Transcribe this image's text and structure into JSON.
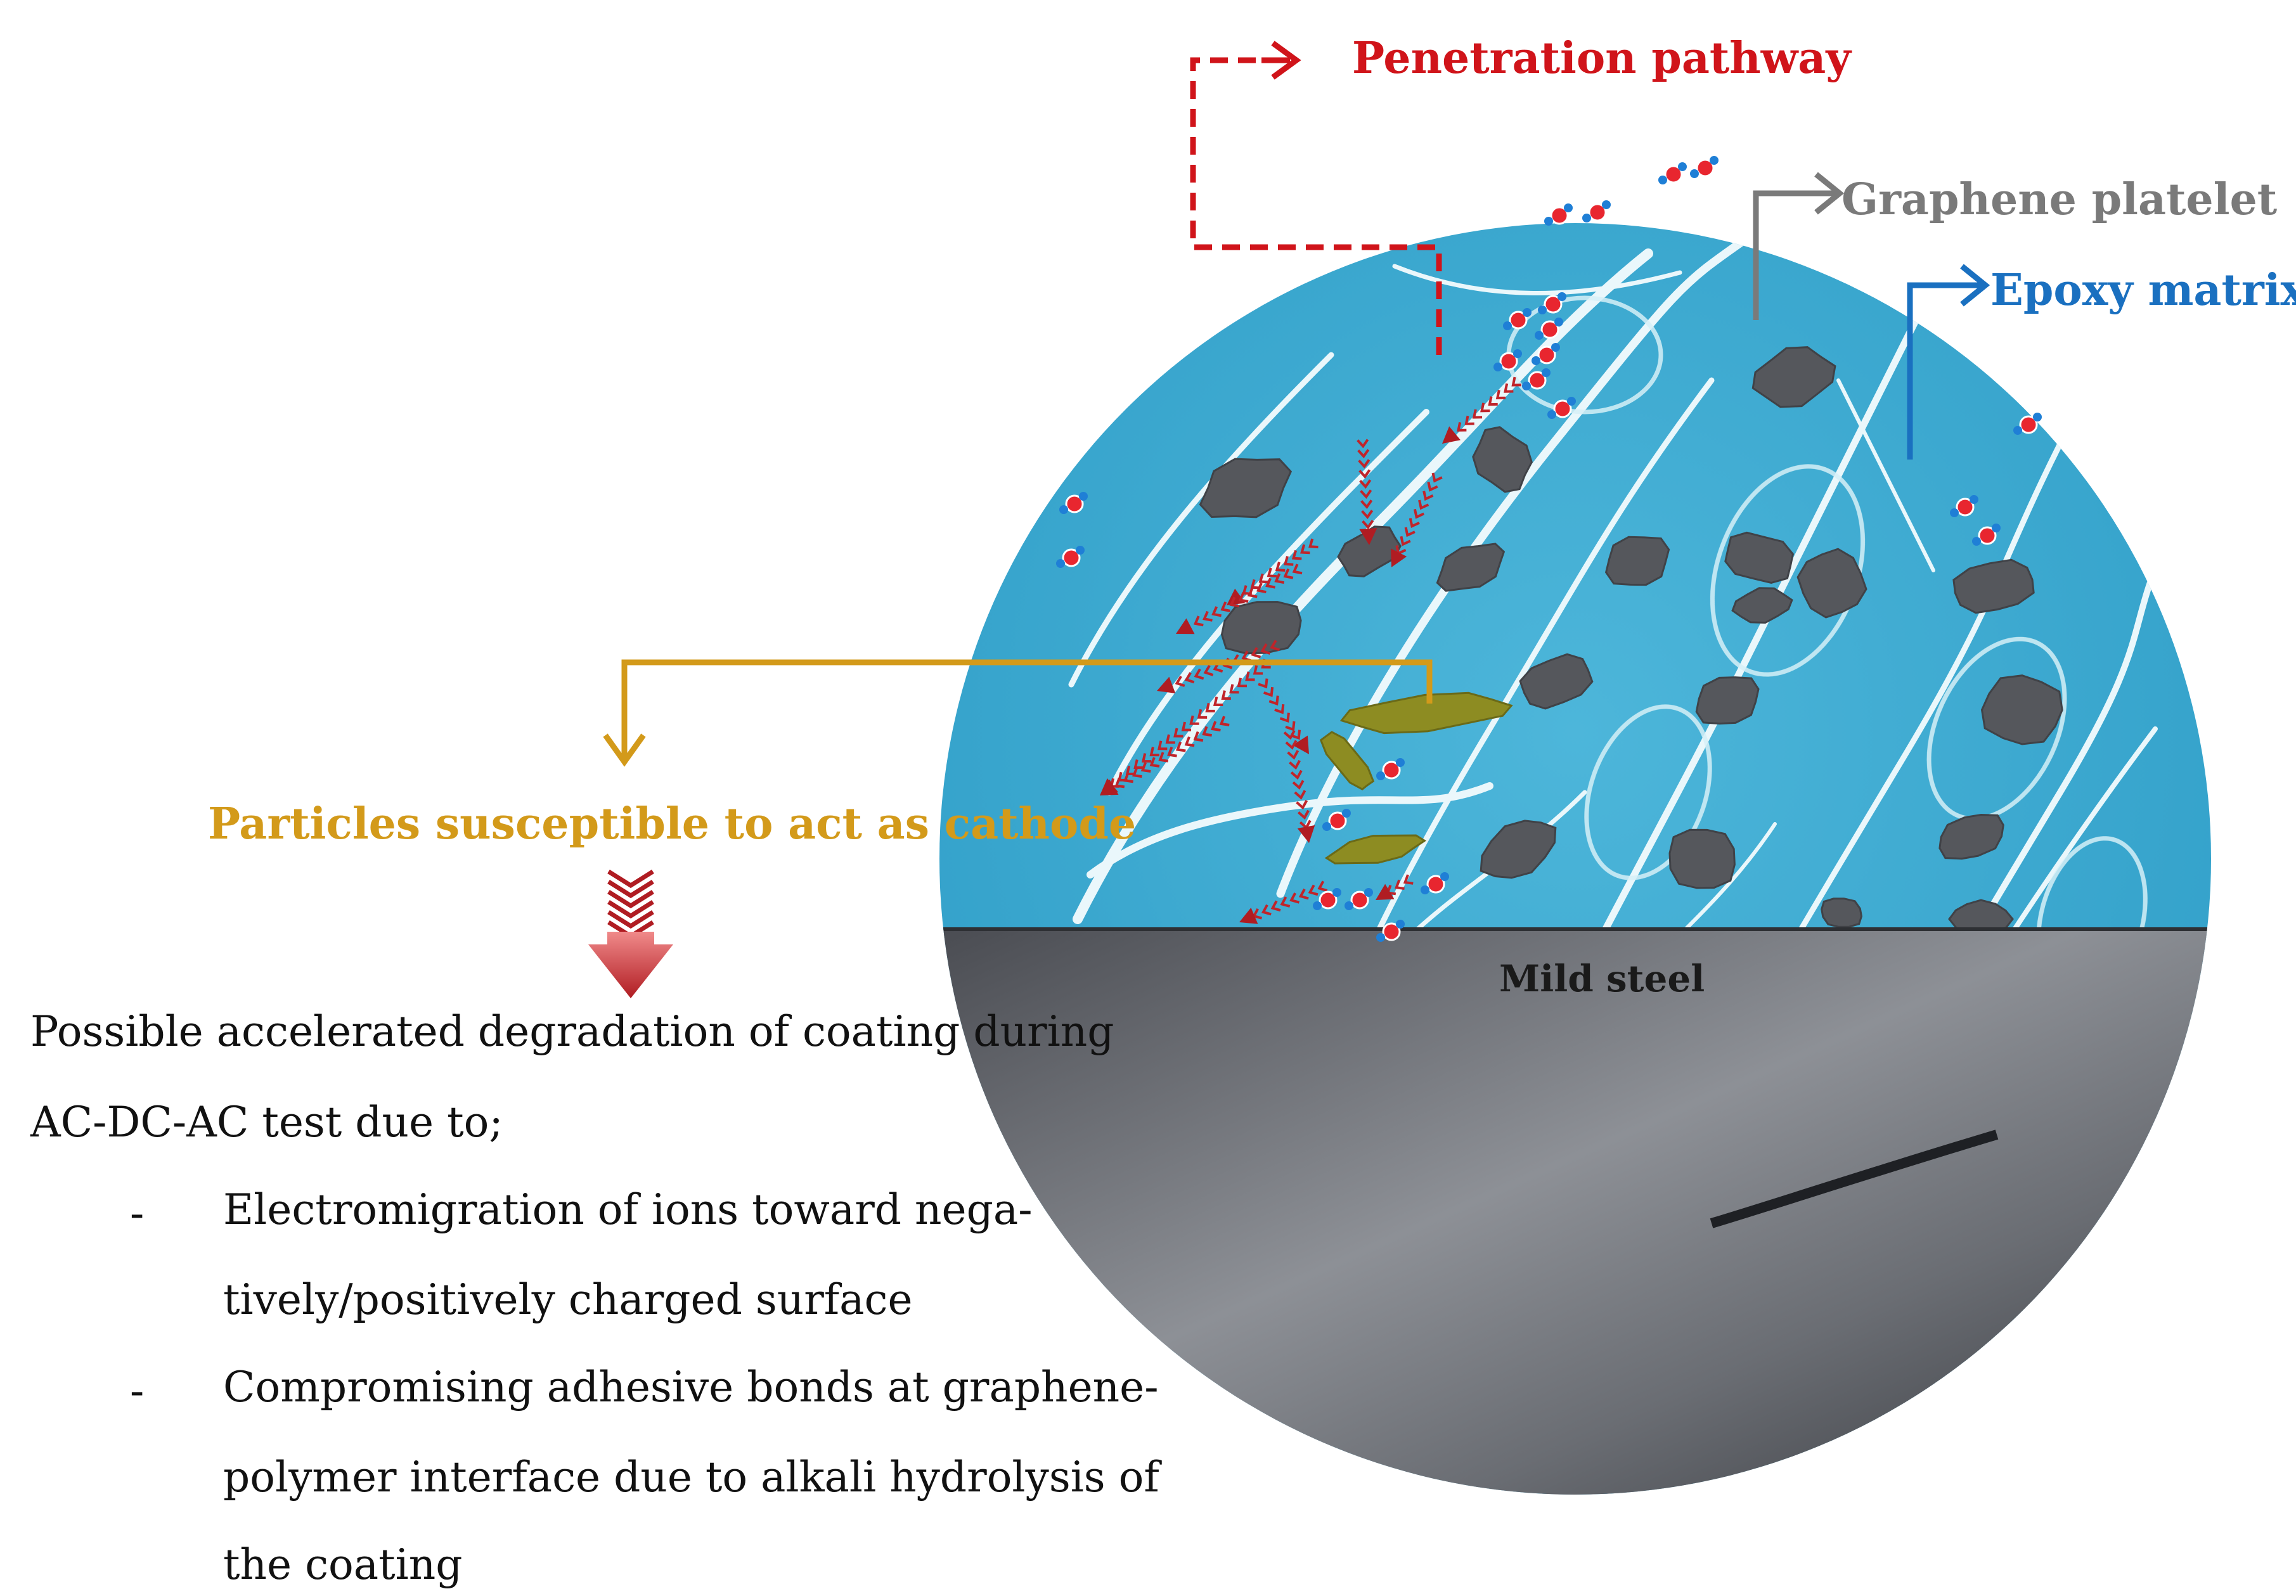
{
  "labels": {
    "penetration": "Penetration pathway",
    "graphene": "Graphene platelet",
    "epoxy": "Epoxy matrix",
    "particles": "Particles susceptible to act as cathode",
    "steel": "Mild steel"
  },
  "text": {
    "intro_line1": "Possible accelerated degradation of coating during",
    "intro_line2": "AC-DC-AC test due to;",
    "bullet_marker": "-",
    "bullet1_line1": "Electromigration of ions toward nega-",
    "bullet1_line2": "tively/positively charged surface",
    "bullet2_line1": "Compromising adhesive bonds at graphene-",
    "bullet2_line2": "polymer interface due to alkali hydrolysis of",
    "bullet2_line3": "the coating"
  },
  "colors": {
    "penetration": "#d0141a",
    "graphene": "#7a7a7a",
    "epoxy": "#1a70c0",
    "particles": "#d39a1a",
    "epoxy_fill": "#3aa6cc",
    "steel": "#6e7076",
    "platelet": "#55575c",
    "particle_fill": "#8d8c22",
    "oxygen": "#e8262f",
    "hydrogen": "#1f7fd6"
  }
}
